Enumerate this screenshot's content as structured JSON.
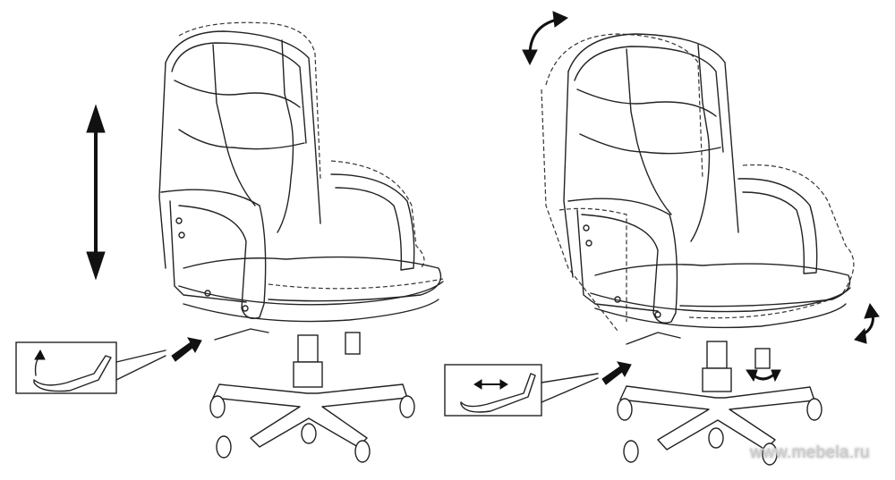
{
  "watermark": "www.mebela.ru",
  "figures": [
    {
      "name": "height-adjustment",
      "icons": [
        "vertical-double-arrow-icon",
        "gas-lift-lever-up-icon",
        "pointer-arrow-icon"
      ]
    },
    {
      "name": "tilt-adjustment",
      "icons": [
        "curved-tilt-arrow-icon",
        "tilt-lever-horizontal-icon",
        "tension-knob-rotate-icon",
        "pointer-arrow-icon"
      ]
    }
  ]
}
